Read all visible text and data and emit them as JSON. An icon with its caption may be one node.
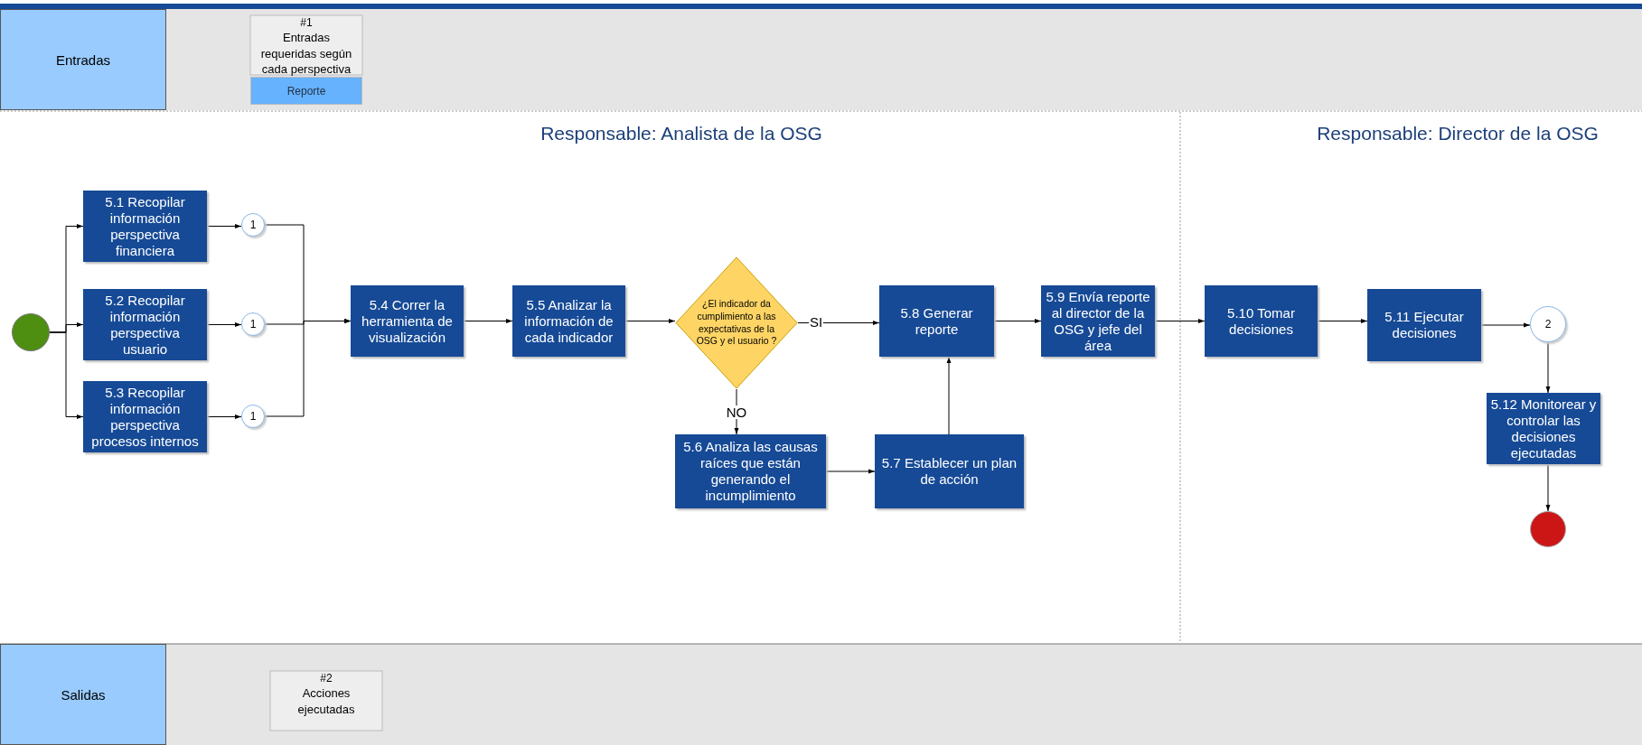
{
  "diagram": {
    "nodes": [
      {
        "text": [
          "Entradas"
        ]
      },
      {
        "text": [
          "#1",
          "Entradas requeridas según cada perspectiva"
        ]
      },
      {
        "text": [
          "Reporte"
        ]
      },
      {
        "text": [],
        "shape": "circle"
      },
      {
        "text": [
          "5.1 Recopilar información perspectiva financiera"
        ]
      },
      {
        "text": [
          "5.2 Recopilar información perspectiva usuario"
        ]
      },
      {
        "text": [
          "5.3 Recopilar información perspectiva procesos internos"
        ]
      },
      {
        "text": [
          "1"
        ]
      },
      {
        "text": [
          "1"
        ]
      },
      {
        "text": [
          "1"
        ]
      },
      {
        "text": [
          "5.4 Correr la herramienta de visualización"
        ]
      },
      {
        "text": [
          "5.5 Analizar la información de cada indicador"
        ]
      },
      {
        "text": [
          "¿El indicador da cumplimiento a las expectativas de la OSG y el usuario ?"
        ]
      },
      {
        "text": [
          "5.8 Generar reporte"
        ]
      },
      {
        "text": [
          "5.9 Envía reporte al director de la OSG y jefe del área"
        ]
      },
      {
        "text": [
          "5.6 Analiza las causas raíces  que están generando el incumplimiento"
        ]
      },
      {
        "text": [
          "5.7 Establecer un plan de acción"
        ]
      },
      {
        "text": [
          "5.10  Tomar decisiones"
        ]
      },
      {
        "text": [
          "5.11 Ejecutar decisiones"
        ]
      },
      {
        "text": [
          "2"
        ]
      },
      {
        "text": [
          "5.12 Monitorear y  controlar las decisiones ejecutadas"
        ]
      },
      {
        "text": [],
        "shape": "circle"
      },
      {
        "text": [
          "Salidas"
        ]
      },
      {
        "text": [
          "#2",
          "Acciones ejecutadas"
        ]
      }
    ],
    "edges": [
      {
        "from": 3,
        "to": 4,
        "arrow": "to"
      },
      {
        "from": 3,
        "to": 5,
        "arrow": "to"
      },
      {
        "from": 3,
        "to": 6,
        "arrow": "to"
      },
      {
        "from": 4,
        "to": 7,
        "arrow": "to"
      },
      {
        "from": 5,
        "to": 8,
        "arrow": "to"
      },
      {
        "from": 6,
        "to": 9,
        "arrow": "to"
      },
      {
        "from": 7,
        "to": 10,
        "arrow": "to"
      },
      {
        "from": 8,
        "to": 10,
        "arrow": "to"
      },
      {
        "from": 9,
        "to": 10,
        "arrow": "to"
      },
      {
        "from": 10,
        "to": 11,
        "arrow": "to"
      },
      {
        "from": 11,
        "to": 12,
        "arrow": "to"
      },
      {
        "from": 12,
        "to": 13,
        "arrow": "to",
        "label": "SI"
      },
      {
        "from": 12,
        "to": 15,
        "arrow": "to",
        "label": "NO"
      },
      {
        "from": 15,
        "to": 16,
        "arrow": "to"
      },
      {
        "from": 16,
        "to": 13,
        "arrow": "to"
      },
      {
        "from": 13,
        "to": 14,
        "arrow": "to"
      },
      {
        "from": 14,
        "to": 17,
        "arrow": "to"
      },
      {
        "from": 17,
        "to": 18,
        "arrow": "to"
      },
      {
        "from": 18,
        "to": 19,
        "arrow": "to"
      },
      {
        "from": 19,
        "to": 20,
        "arrow": "to"
      },
      {
        "from": 20,
        "to": 21,
        "arrow": "to"
      }
    ],
    "labels": [
      "Responsable: Analista de la OSG",
      "Responsable: Director de la OSG"
    ]
  }
}
